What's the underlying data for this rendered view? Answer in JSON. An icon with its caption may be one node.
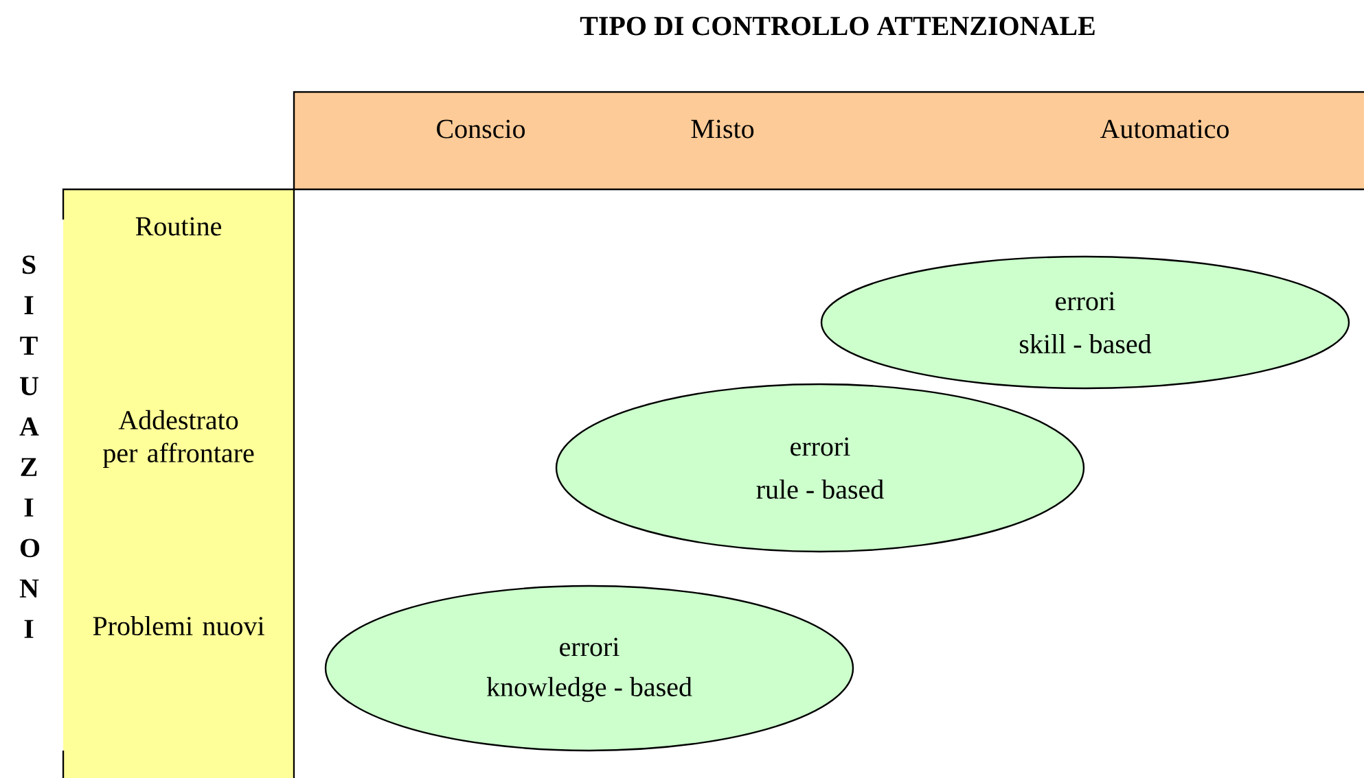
{
  "diagram": {
    "title": "TIPO DI CONTROLLO ATTENZIONALE",
    "nodes": [
      {
        "text": [
          "Conscio",
          "Misto",
          "Automatico"
        ]
      },
      {
        "text": [
          "Routine",
          "Addestrato per affrontare",
          "Problemi nuovi"
        ]
      },
      {
        "text": [
          "errori",
          "skill - based"
        ]
      },
      {
        "text": [
          "errori",
          "rule - based"
        ]
      },
      {
        "text": [
          "errori",
          "knowledge - based"
        ]
      }
    ],
    "labels": [
      "SITUAZIONI"
    ]
  }
}
